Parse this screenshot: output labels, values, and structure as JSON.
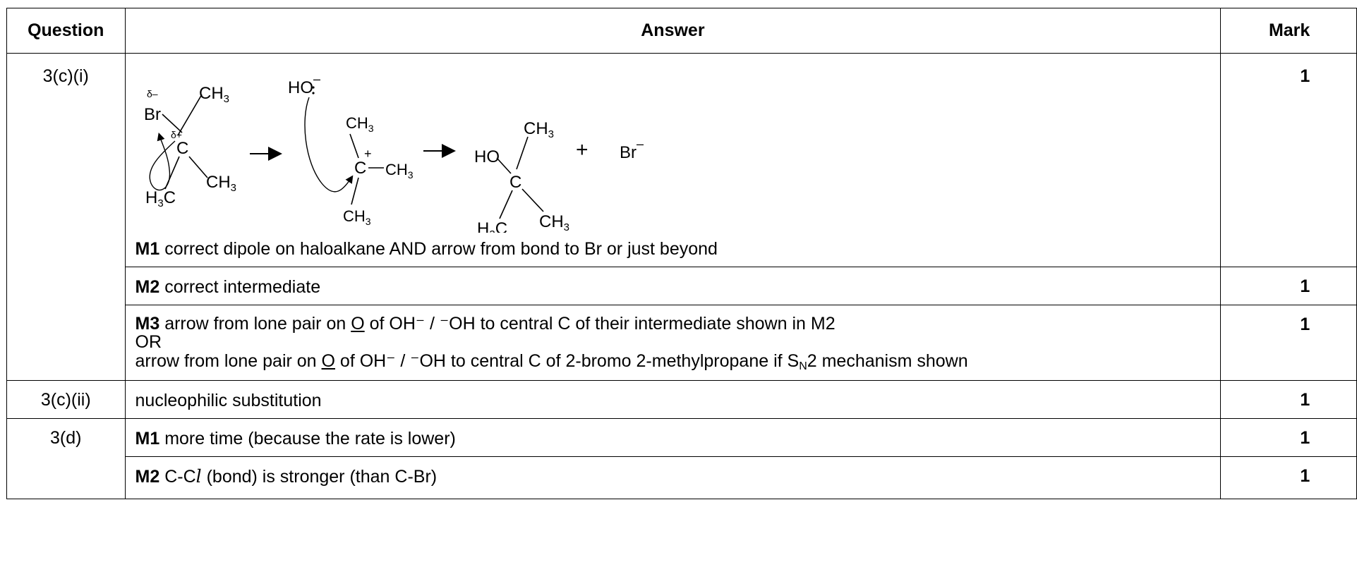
{
  "header": {
    "question": "Question",
    "answer": "Answer",
    "mark": "Mark"
  },
  "scheme": {
    "delta_minus": "δ–",
    "delta_plus": "δ+",
    "br": "Br",
    "c": "C",
    "ch3": "CH",
    "h3c": "H",
    "sub3": "3",
    "ho": "HO",
    "minus": "–",
    "plus": "+",
    "plus_sign": "+"
  },
  "rows": [
    {
      "question": "3(c)(i)",
      "m1_label": "M1",
      "m1_text": " correct dipole on haloalkane AND arrow from bond to Br or just beyond",
      "mark": "1"
    },
    {
      "m2_label": "M2",
      "m2_text": " correct intermediate",
      "mark": "1"
    },
    {
      "m3_label": "M3",
      "m3_a": " arrow from lone pair on ",
      "m3_o": "O",
      "m3_b": " of OH",
      "m3_c": "⁻ / ⁻OH to central C of their intermediate shown in M2",
      "m3_or": "OR",
      "m3_d": "arrow from lone pair on ",
      "m3_o2": "O",
      "m3_e": " of OH⁻ / ⁻OH to central C of 2-bromo 2-methylpropane if S",
      "m3_sub": "N",
      "m3_f": "2 mechanism shown",
      "mark": "1"
    },
    {
      "question": "3(c)(ii)",
      "text": "nucleophilic substitution",
      "mark": "1"
    },
    {
      "question": "3(d)",
      "m1_label": "M1",
      "m1_text": " more time (because the rate is lower)",
      "mark": "1"
    },
    {
      "m2_label": "M2",
      "m2_a": " C-C",
      "m2_l": "l",
      "m2_b": " (bond) is stronger (than C-Br)",
      "mark": "1"
    }
  ]
}
